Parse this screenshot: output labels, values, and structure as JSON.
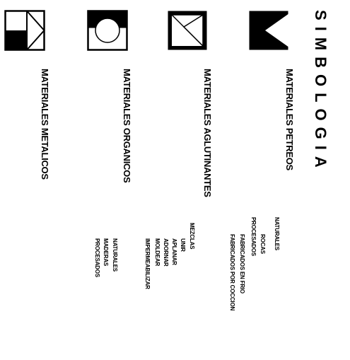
{
  "title": "SIMBOLOGIA",
  "categories": [
    {
      "id": "petreos",
      "label": "MATERIALES PETREOS",
      "icon": "petreos-symbol-icon",
      "items": [
        "NATURALES",
        "ROCAS",
        "PROCESADOS",
        "FABRICADOS EN FRIO",
        "FABRICADOS POR COCCION"
      ]
    },
    {
      "id": "aglutinantes",
      "label": "MATERIALES AGLUTINANTES",
      "icon": "aglutinantes-symbol-icon",
      "items": [
        "MEZCLAS",
        "UNIR",
        "APLANAR",
        "ADORNAR",
        "MOLDEAR",
        "IMPERMEABILIZAR"
      ]
    },
    {
      "id": "organicos",
      "label": "MATERIALES ORGANICOS",
      "icon": "organicos-symbol-icon",
      "items": [
        "NATURALES",
        "MADERAS",
        "PROCESADOS"
      ]
    },
    {
      "id": "metalicos",
      "label": "MATERIALES METALICOS",
      "icon": "metalicos-symbol-icon",
      "items": []
    }
  ]
}
